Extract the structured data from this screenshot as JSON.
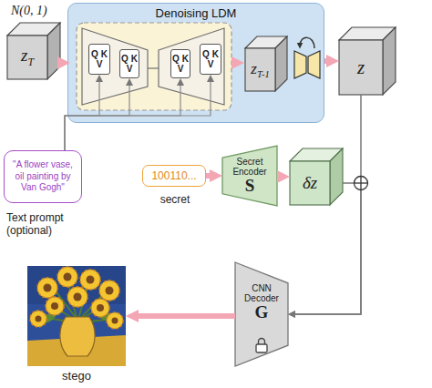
{
  "diagram": {
    "nodes": [
      {
        "text": [
          "zT"
        ]
      },
      {
        "text": [
          "Denoising LDM"
        ]
      },
      {
        "text": [
          "Q K V"
        ],
        "in": 1
      },
      {
        "text": [
          "Q K V"
        ],
        "in": 1
      },
      {
        "text": [
          "Q K V"
        ],
        "in": 1
      },
      {
        "text": [
          "Q K V"
        ],
        "in": 1
      },
      {
        "text": [
          "zT-1"
        ],
        "in": 1
      },
      {
        "text": [
          "z"
        ]
      },
      {
        "text": [
          "\"A flower vase, oil painting by Van Gogh\"",
          "Text prompt (optional)"
        ]
      },
      {
        "text": [
          "100110...",
          "secret"
        ]
      },
      {
        "text": [
          "Secret Encoder",
          "S"
        ]
      },
      {
        "text": [
          "δz"
        ]
      },
      {
        "text": [
          "CNN Decoder",
          "G"
        ]
      },
      {
        "text": [
          "stego"
        ]
      }
    ],
    "edges": [
      {
        "from": 0,
        "to": 1,
        "arrow": "to"
      },
      {
        "from": 1,
        "to": 7,
        "arrow": "to"
      },
      {
        "from": 8,
        "to": 2,
        "arrow": "to"
      },
      {
        "from": 8,
        "to": 3,
        "arrow": "to"
      },
      {
        "from": 8,
        "to": 4,
        "arrow": "to"
      },
      {
        "from": 8,
        "to": 5,
        "arrow": "to"
      },
      {
        "from": 9,
        "to": 10,
        "arrow": "to"
      },
      {
        "from": 10,
        "to": 11,
        "arrow": "to"
      },
      {
        "from": 7,
        "to": 12,
        "arrow": "to"
      },
      {
        "from": 11,
        "to": 12,
        "arrow": "to"
      },
      {
        "from": 12,
        "to": 13,
        "arrow": "to"
      }
    ],
    "labels": [
      "N(0, 1)"
    ]
  }
}
